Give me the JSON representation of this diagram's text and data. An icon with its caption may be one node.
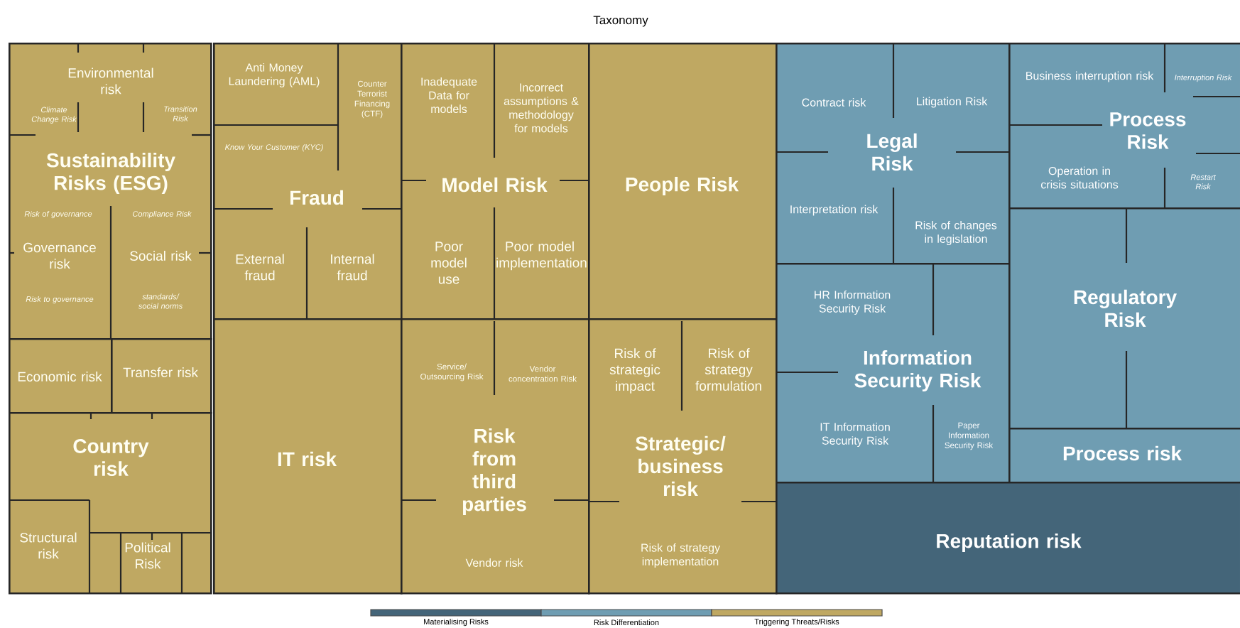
{
  "diagram": {
    "title": "Taxonomy",
    "nodes": [
      {
        "text": [
          "Sustainability Risks (ESG)"
        ]
      },
      {
        "text": [
          "Environmental risk"
        ],
        "in": 0
      },
      {
        "text": [
          "Climate Change Risk"
        ],
        "in": 0
      },
      {
        "text": [
          "Transition Risk"
        ],
        "in": 0
      },
      {
        "text": [
          "Risk of governance"
        ],
        "in": 0
      },
      {
        "text": [
          "Compliance Risk"
        ],
        "in": 0
      },
      {
        "text": [
          "Governance risk"
        ],
        "in": 0
      },
      {
        "text": [
          "Social risk"
        ],
        "in": 0
      },
      {
        "text": [
          "Risk to governance"
        ],
        "in": 0
      },
      {
        "text": [
          "standards/ social norms"
        ],
        "in": 0
      },
      {
        "text": [
          "Economic risk"
        ]
      },
      {
        "text": [
          "Transfer risk"
        ]
      },
      {
        "text": [
          "Country risk"
        ]
      },
      {
        "text": [
          "Structural risk"
        ],
        "in": 12
      },
      {
        "text": [
          "Political Risk"
        ],
        "in": 12
      },
      {
        "text": [
          "Fraud"
        ]
      },
      {
        "text": [
          "Anti Money Laundering (AML)"
        ],
        "in": 15
      },
      {
        "text": [
          "Know Your Customer (KYC)"
        ],
        "in": 15
      },
      {
        "text": [
          "Counter Terrorist Financing (CTF)"
        ],
        "in": 15
      },
      {
        "text": [
          "External fraud"
        ],
        "in": 15
      },
      {
        "text": [
          "Internal fraud"
        ],
        "in": 15
      },
      {
        "text": [
          "IT risk"
        ]
      },
      {
        "text": [
          "Model Risk"
        ]
      },
      {
        "text": [
          "Inadequate Data for models"
        ],
        "in": 22
      },
      {
        "text": [
          "Incorrect assumptions & methodology for models"
        ],
        "in": 22
      },
      {
        "text": [
          "Poor model use"
        ],
        "in": 22
      },
      {
        "text": [
          "Poor model implementation"
        ],
        "in": 22
      },
      {
        "text": [
          "People Risk"
        ]
      },
      {
        "text": [
          "Risk from third parties"
        ]
      },
      {
        "text": [
          "Service/ Outsourcing Risk"
        ],
        "in": 28
      },
      {
        "text": [
          "Vendor concentration Risk"
        ],
        "in": 28
      },
      {
        "text": [
          "Vendor risk"
        ],
        "in": 28
      },
      {
        "text": [
          "Strategic/ business risk"
        ]
      },
      {
        "text": [
          "Risk of strategic impact"
        ],
        "in": 32
      },
      {
        "text": [
          "Risk of strategy formulation"
        ],
        "in": 32
      },
      {
        "text": [
          "Risk of strategy implementation"
        ],
        "in": 32
      },
      {
        "text": [
          "Legal Risk"
        ]
      },
      {
        "text": [
          "Contract risk"
        ],
        "in": 36
      },
      {
        "text": [
          "Litigation Risk"
        ],
        "in": 36
      },
      {
        "text": [
          "Interpretation risk"
        ],
        "in": 36
      },
      {
        "text": [
          "Risk of changes in legislation"
        ],
        "in": 36
      },
      {
        "text": [
          "Information Security Risk"
        ]
      },
      {
        "text": [
          "HR Information Security Risk"
        ],
        "in": 41
      },
      {
        "text": [
          "IT Information Security Risk"
        ],
        "in": 41
      },
      {
        "text": [
          "Paper Information Security Risk"
        ],
        "in": 41
      },
      {
        "text": [
          "Process Risk"
        ]
      },
      {
        "text": [
          "Business interruption risk"
        ],
        "in": 45
      },
      {
        "text": [
          "Interruption Risk"
        ],
        "in": 45
      },
      {
        "text": [
          "Operation in crisis situations"
        ],
        "in": 45
      },
      {
        "text": [
          "Restart Risk"
        ],
        "in": 45
      },
      {
        "text": [
          "Regulatory Risk"
        ]
      },
      {
        "text": [
          "Process risk"
        ]
      },
      {
        "text": [
          "Reputation risk"
        ]
      }
    ],
    "legend": [
      {
        "text": "Materialising Risks",
        "color": "#446579"
      },
      {
        "text": "Risk Differentiation",
        "color": "#6f9db2"
      },
      {
        "text": "Triggering Threats/Risks",
        "color": "#bfa862"
      }
    ]
  }
}
